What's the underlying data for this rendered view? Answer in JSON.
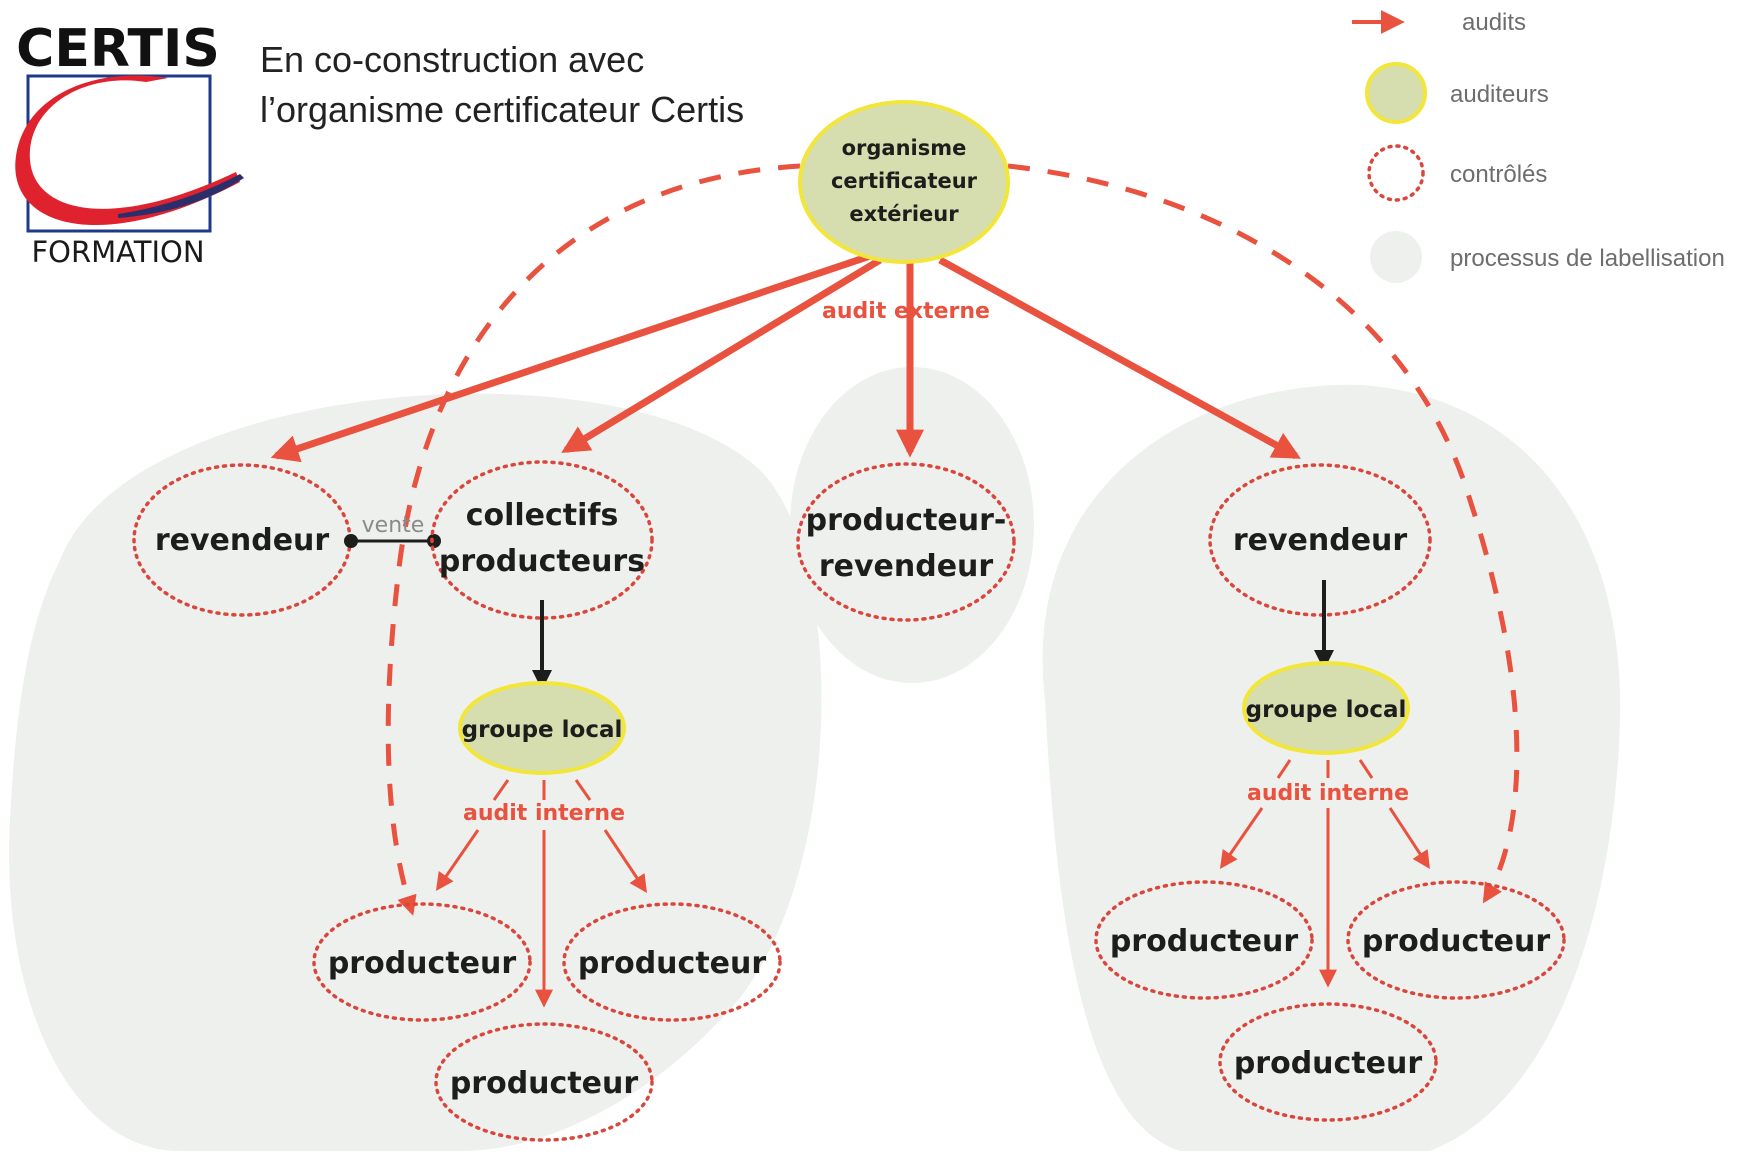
{
  "logo": {
    "brand": "CERTIS",
    "sub": "FORMATION"
  },
  "coconstruction": {
    "line1": "En co-construction avec",
    "line2": "l’organisme certificateur Certis"
  },
  "legend": {
    "audits": "audits",
    "auditeurs": "auditeurs",
    "controles": "contrôlés",
    "processus": "processus de labellisation"
  },
  "nodes": {
    "certifier": [
      "organisme",
      "certificateur",
      "extérieur"
    ],
    "reseller_left": "revendeur",
    "collectives": [
      "collectifs",
      "producteurs"
    ],
    "producer_reseller": [
      "producteur-",
      "revendeur"
    ],
    "reseller_right": "revendeur",
    "local_group_left": "groupe local",
    "local_group_right": "groupe local",
    "producer": "producteur"
  },
  "labels": {
    "external_audit": "audit externe",
    "internal_audit": "audit interne",
    "sale": "vente"
  },
  "colors": {
    "audit_red": "#e8523f",
    "controlled_dots": "#d9473c",
    "auditor_fill": "#d6deb0",
    "auditor_stroke": "#f2e63a",
    "process_bg": "#eef0ee",
    "logo_red": "#e0222f",
    "logo_blue": "#1e3a8a"
  }
}
